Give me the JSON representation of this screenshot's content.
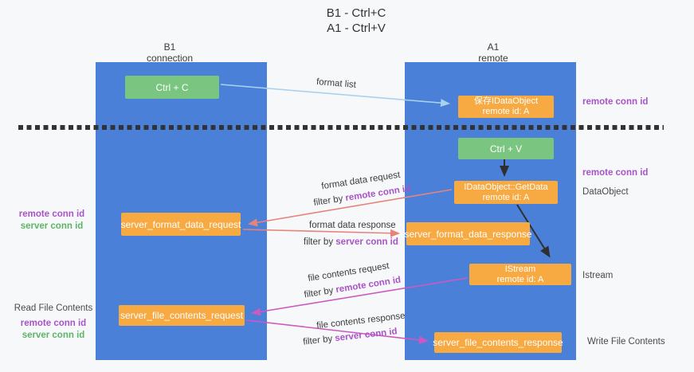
{
  "colors": {
    "lane_blue": "#4a80d8",
    "node_orange": "#f7a942",
    "node_green": "#7ac57f",
    "purple_label": "#a853c8",
    "green_label": "#5cb567",
    "arrow_red": "#e8837b",
    "arrow_magenta": "#cc59c3",
    "arrow_blue": "#a9d2ee",
    "arrow_black": "#2f2f2f",
    "dashed_line": "#333333"
  },
  "title": {
    "line1": "B1 - Ctrl+C",
    "line2": "A1 - Ctrl+V"
  },
  "lanes": {
    "left": {
      "header_line1": "B1",
      "header_line2": "connection"
    },
    "right": {
      "header_line1": "A1",
      "header_line2": "remote"
    }
  },
  "nodes": {
    "ctrl_c": {
      "label": "Ctrl + C"
    },
    "saved_dataobject": {
      "line1": "保存IDataObject",
      "line2": "remote id: A"
    },
    "ctrl_v": {
      "label": "Ctrl + V"
    },
    "getdata": {
      "line1": "IDataObject::GetData",
      "line2": "remote id: A"
    },
    "format_request": {
      "label": "server_format_data_request"
    },
    "format_response": {
      "label": "server_format_data_response"
    },
    "istream": {
      "line1": "IStream",
      "line2": "remote id: A"
    },
    "file_request": {
      "label": "server_file_contents_request"
    },
    "file_response": {
      "label": "server_file_contents_response"
    }
  },
  "flows": {
    "format_list": "format list",
    "format_data_request": "format data request",
    "format_data_response": "format data response",
    "file_contents_request": "file contents request",
    "file_contents_response": "file contents response",
    "filter_by": "filter by",
    "remote_conn_id": "remote conn id",
    "server_conn_id": "server conn id"
  },
  "annotations": {
    "left": {
      "remote_conn_id": "remote conn id",
      "server_conn_id": "server conn id",
      "read_file_contents": "Read File Contents"
    },
    "right": {
      "remote_conn_id_top": "remote conn id",
      "remote_conn_id_mid": "remote conn id",
      "dataobject": "DataObject",
      "istream": "Istream",
      "write_file_contents": "Write File Contents"
    }
  }
}
